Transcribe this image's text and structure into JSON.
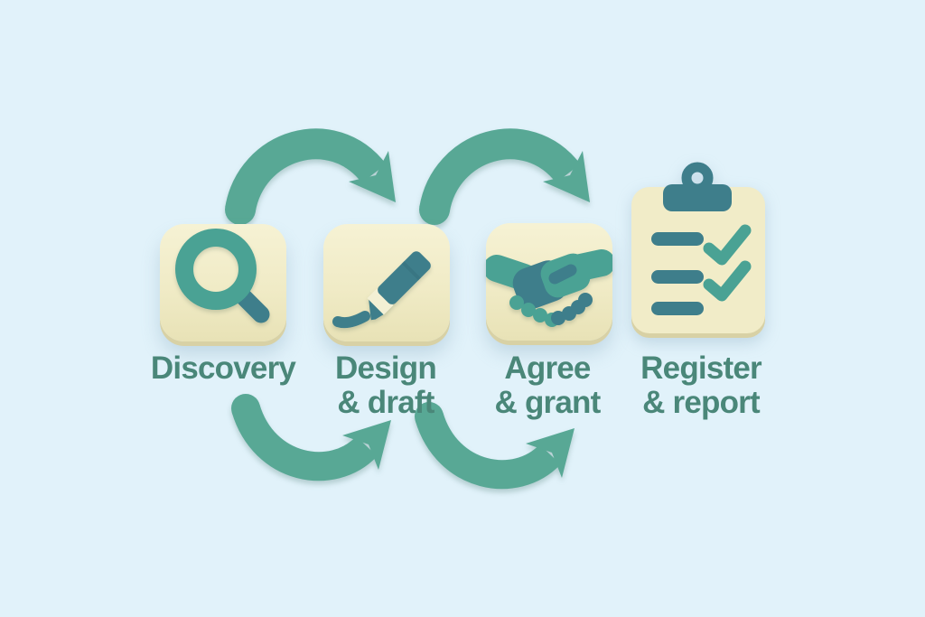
{
  "diagram": {
    "description": "Four-step process flow with icons and curved arrows",
    "colors": {
      "background": "#e1f2fa",
      "card_cream": "#f0ebc6",
      "card_edge": "#d8d1a5",
      "arrow_teal": "#58a895",
      "icon_teal": "#4aa294",
      "icon_dark_teal": "#3e7e8b",
      "label_teal": "#4a8779"
    },
    "steps": [
      {
        "name": "discovery",
        "label_line1": "Discovery",
        "label_line2": "",
        "icon": "magnifier-icon"
      },
      {
        "name": "design-draft",
        "label_line1": "Design",
        "label_line2": "& draft",
        "icon": "marker-icon"
      },
      {
        "name": "agree-grant",
        "label_line1": "Agree",
        "label_line2": "& grant",
        "icon": "handshake-icon"
      },
      {
        "name": "register-report",
        "label_line1": "Register",
        "label_line2": "& report",
        "icon": "clipboard-checklist-icon"
      }
    ],
    "arrows": [
      {
        "name": "arrow-top-1",
        "from": "discovery",
        "to": "design-draft",
        "position": "top",
        "direction": "left-to-right"
      },
      {
        "name": "arrow-top-2",
        "from": "design-draft",
        "to": "agree-grant",
        "position": "top",
        "direction": "left-to-right"
      },
      {
        "name": "arrow-bottom-1",
        "from": "discovery",
        "to": "design-draft",
        "position": "bottom",
        "direction": "left-to-right"
      },
      {
        "name": "arrow-bottom-2",
        "from": "design-draft",
        "to": "agree-grant",
        "position": "bottom",
        "direction": "left-to-right"
      }
    ]
  }
}
